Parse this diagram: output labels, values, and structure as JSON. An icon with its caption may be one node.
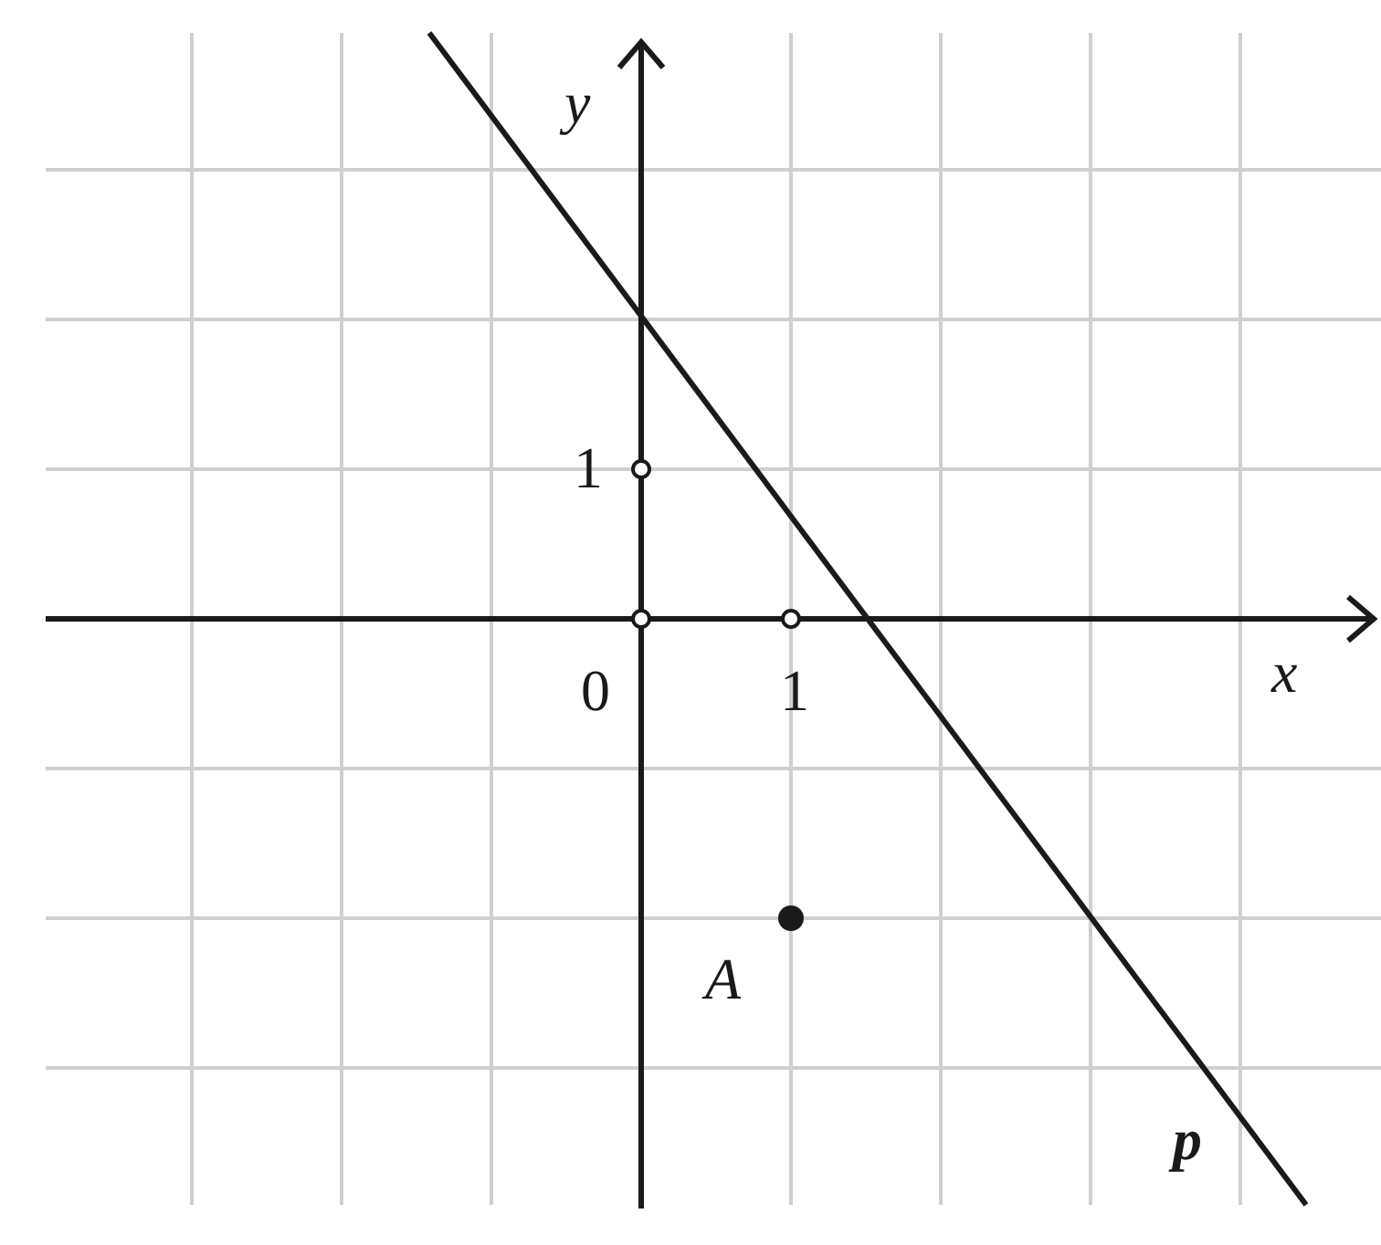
{
  "diagram": {
    "labels": [
      "y",
      "1",
      "0",
      "1",
      "x",
      "A",
      "p"
    ]
  }
}
